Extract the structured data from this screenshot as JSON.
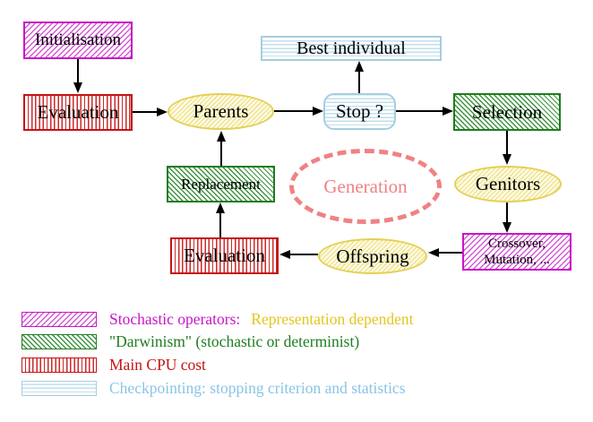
{
  "nodes": {
    "initialisation": "Initialisation",
    "evaluation_top": "Evaluation",
    "parents": "Parents",
    "best_individual": "Best individual",
    "stop": "Stop ?",
    "selection": "Selection",
    "replacement": "Replacement",
    "generation": "Generation",
    "genitors": "Genitors",
    "crossover_line1": "Crossover,",
    "crossover_line2": "Mutation, ...",
    "evaluation_bottom": "Evaluation",
    "offspring": "Offspring"
  },
  "legend": {
    "rows": [
      {
        "label": "Stochastic operators:",
        "label2": "Representation dependent"
      },
      {
        "label": "\"Darwinism\" (stochastic or determinist)"
      },
      {
        "label": "Main CPU cost"
      },
      {
        "label": "Checkpointing: stopping criterion and statistics"
      }
    ]
  },
  "colors": {
    "magenta": "#c816c8",
    "gold": "#e5c51e",
    "green": "#1e7d1e",
    "red": "#c41414",
    "cyan": "#8ac4e6",
    "salmon": "#ef8282"
  }
}
